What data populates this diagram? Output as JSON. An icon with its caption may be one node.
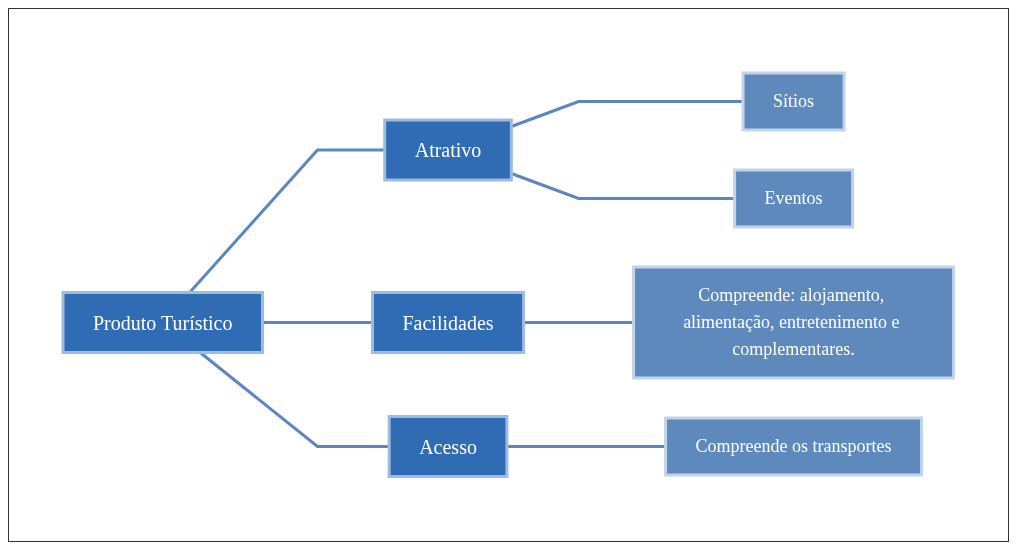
{
  "diagram": {
    "nodes": [
      {
        "text": [
          "Produto Turístico"
        ]
      },
      {
        "text": [
          "Atrativo"
        ]
      },
      {
        "text": [
          "Sítios"
        ]
      },
      {
        "text": [
          "Eventos"
        ]
      },
      {
        "text": [
          "Facilidades"
        ]
      },
      {
        "text": [
          "Compreende: alojamento, alimentação, entretenimento e complementares."
        ]
      },
      {
        "text": [
          "Acesso"
        ]
      },
      {
        "text": [
          "Compreende os transportes"
        ]
      }
    ],
    "edges": [
      {
        "from": 0,
        "to": 1,
        "arrow": "none"
      },
      {
        "from": 0,
        "to": 4,
        "arrow": "none"
      },
      {
        "from": 0,
        "to": 6,
        "arrow": "none"
      },
      {
        "from": 1,
        "to": 2,
        "arrow": "none"
      },
      {
        "from": 1,
        "to": 3,
        "arrow": "none"
      },
      {
        "from": 4,
        "to": 5,
        "arrow": "none"
      },
      {
        "from": 6,
        "to": 7,
        "arrow": "none"
      }
    ]
  }
}
